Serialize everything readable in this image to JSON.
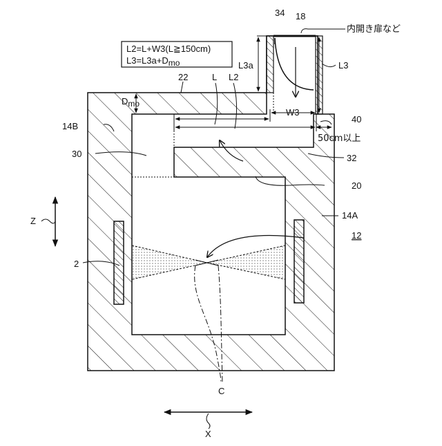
{
  "figure": {
    "formula": {
      "line1": "L2=L+W3(L≧150cm)",
      "line2_main": "L3=L3a+D",
      "line2_sub": "mo"
    },
    "labels": {
      "n34": "34",
      "n18": "18",
      "door_text": "内開き扉など",
      "l3": "L3",
      "l3a": "L3a",
      "n22": "22",
      "l": "L",
      "l2": "L2",
      "dmo_main": "D",
      "dmo_sub": "mo",
      "w3": "W3",
      "n40": "40",
      "cm50": "50cm以上",
      "n14b": "14B",
      "n30": "30",
      "n32": "32",
      "n20": "20",
      "n14a": "14A",
      "n12": "12",
      "n2": "2",
      "z": "Z",
      "c": "C",
      "x": "X"
    }
  }
}
